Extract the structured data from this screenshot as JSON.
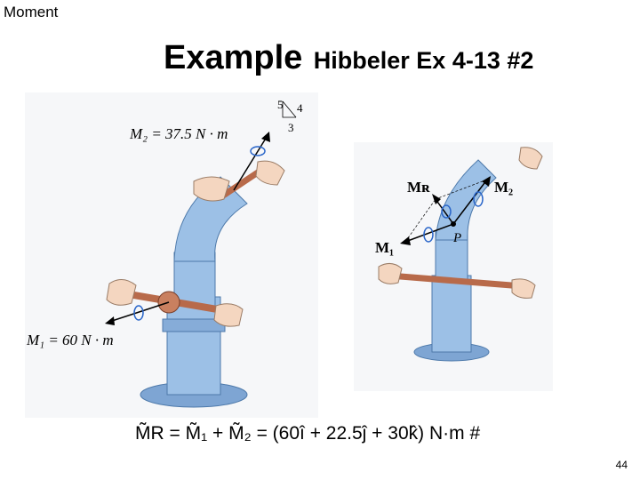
{
  "header": {
    "section": "Moment"
  },
  "slide": {
    "title_main": "Example",
    "title_sub": "Hibbeler Ex 4-13 #2",
    "page_number": "44"
  },
  "left_figure": {
    "m2_label": "M₂ = 37.5 N · m",
    "slope_5": "5",
    "slope_4": "4",
    "slope_3": "3",
    "m1_label": "M₁ = 60 N · m"
  },
  "right_figure": {
    "mr_label": "Mʀ",
    "m2_label": "M₂",
    "m1_label": "M₁",
    "point_label": "P"
  },
  "equation": {
    "text": "M̃R = M̃₁ + M̃₂ = (60î + 22.5ĵ + 30k̂) N·m   #"
  },
  "colors": {
    "pipe": "#8fb7e0",
    "pipe_dark": "#5a86b8",
    "rod": "#b86a4a",
    "hand": "#f4d6c0",
    "bg_panel": "#f3f4f6"
  }
}
